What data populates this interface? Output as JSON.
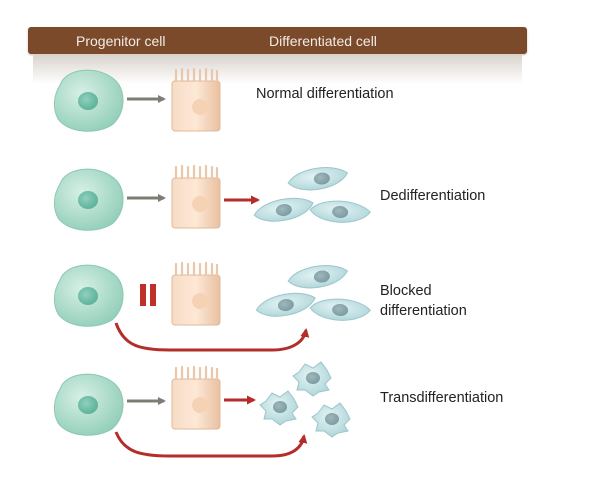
{
  "header": {
    "left_label": "Progenitor cell",
    "right_label": "Differentiated cell",
    "bar_color": "#7a4a2a"
  },
  "rows": [
    {
      "label_lines": [
        "Normal differentiation"
      ]
    },
    {
      "label_lines": [
        "Dedifferentiation"
      ]
    },
    {
      "label_lines": [
        "Blocked",
        "differentiation"
      ]
    },
    {
      "label_lines": [
        "Transdifferentiation"
      ]
    }
  ],
  "colors": {
    "progenitor_cell": "#a9dcc9",
    "differentiated_cell": "#f1cdb0",
    "dedifferentiated_cell": "#bfe0e2",
    "gray_arrow": "#7d7d74",
    "red_arrow": "#b32e2a",
    "block_symbol": "#c0302a"
  }
}
